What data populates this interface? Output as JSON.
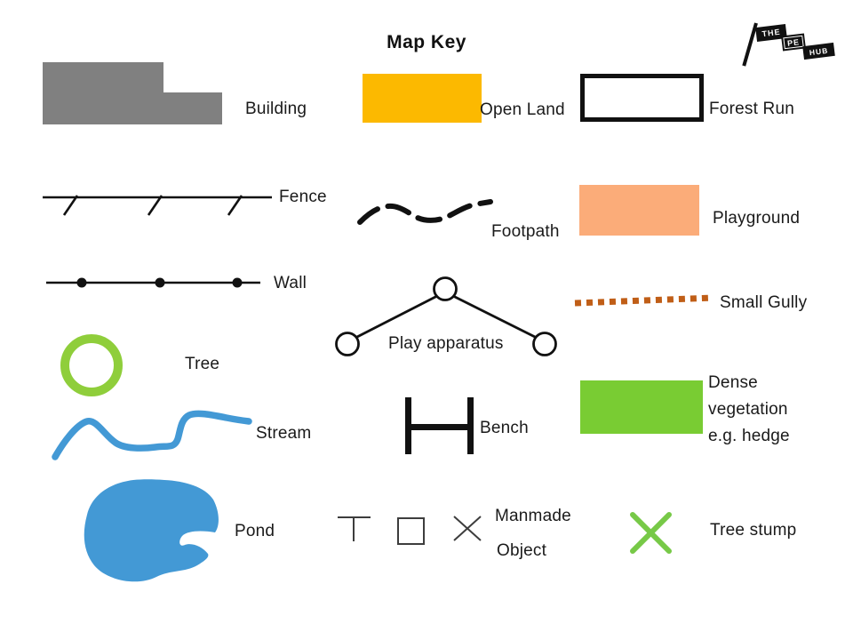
{
  "title": "Map Key",
  "logo": {
    "words": [
      "THE",
      "PE",
      "HUB"
    ]
  },
  "colors": {
    "ink": "#1a1a1a",
    "line_black": "#111111",
    "building_gray": "#808080",
    "open_land_yellow": "#FCB900",
    "playground_peach": "#FBAC79",
    "dense_vegetation_green": "#79CC33",
    "tree_green": "#8FCE3B",
    "tree_stump_green": "#77C947",
    "water_blue": "#4399D5",
    "gully_brown": "#C05E17",
    "manmade_gray": "#3d3d3d"
  },
  "legend": {
    "building": "Building",
    "open_land": "Open Land",
    "forest_run": "Forest Run",
    "fence": "Fence",
    "footpath": "Footpath",
    "playground": "Playground",
    "wall": "Wall",
    "small_gully": "Small Gully",
    "tree": "Tree",
    "play_apparatus": "Play apparatus",
    "dense_vegetation_lines": [
      "Dense",
      "vegetation",
      "e.g. hedge"
    ],
    "stream": "Stream",
    "bench": "Bench",
    "pond": "Pond",
    "manmade_lines": [
      "Manmade",
      "Object"
    ],
    "tree_stump": "Tree stump"
  }
}
